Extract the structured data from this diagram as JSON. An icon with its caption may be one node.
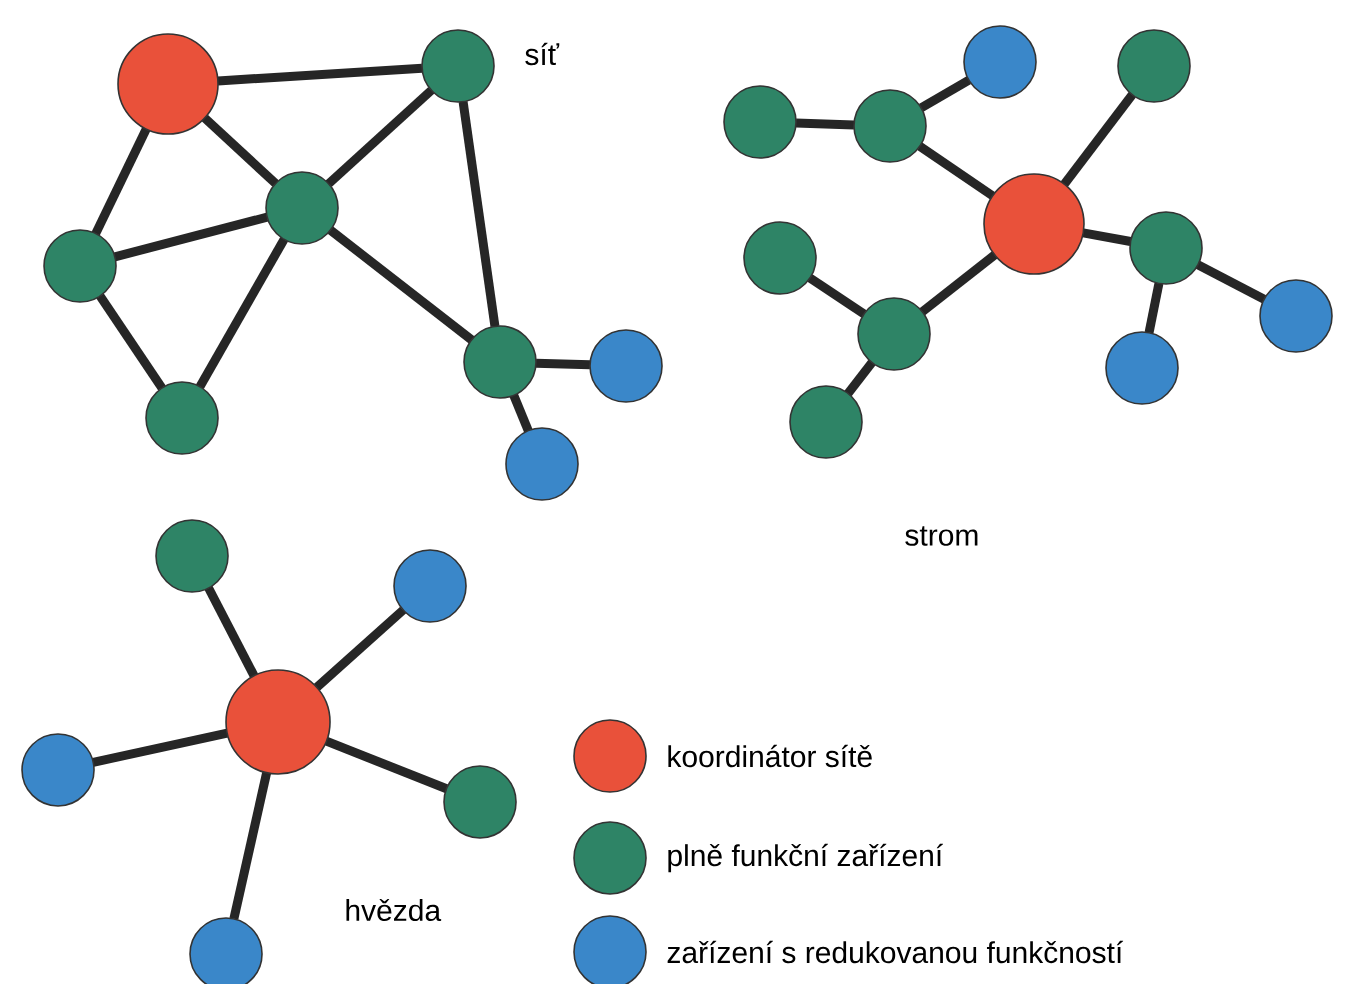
{
  "diagram": {
    "nodes": [
      {
        "text": [],
        "shape": "circle"
      },
      {
        "text": [],
        "shape": "circle"
      },
      {
        "text": [],
        "shape": "circle"
      },
      {
        "text": [],
        "shape": "circle"
      },
      {
        "text": [],
        "shape": "circle"
      },
      {
        "text": [],
        "shape": "circle"
      },
      {
        "text": [],
        "shape": "circle"
      },
      {
        "text": [],
        "shape": "circle"
      },
      {
        "text": [],
        "shape": "circle"
      },
      {
        "text": [],
        "shape": "circle"
      },
      {
        "text": [],
        "shape": "circle"
      },
      {
        "text": [],
        "shape": "circle"
      },
      {
        "text": [],
        "shape": "circle"
      },
      {
        "text": [],
        "shape": "circle"
      },
      {
        "text": [],
        "shape": "circle"
      },
      {
        "text": [],
        "shape": "circle"
      },
      {
        "text": [],
        "shape": "circle"
      },
      {
        "text": [],
        "shape": "circle"
      },
      {
        "text": [],
        "shape": "circle"
      },
      {
        "text": [],
        "shape": "circle"
      },
      {
        "text": [],
        "shape": "circle"
      },
      {
        "text": [],
        "shape": "circle"
      },
      {
        "text": [],
        "shape": "circle"
      },
      {
        "text": [],
        "shape": "circle"
      },
      {
        "text": [],
        "shape": "circle"
      }
    ],
    "edges": [
      {
        "from": 0,
        "to": 1,
        "arrow": "none"
      },
      {
        "from": 0,
        "to": 2,
        "arrow": "none"
      },
      {
        "from": 0,
        "to": 3,
        "arrow": "none"
      },
      {
        "from": 1,
        "to": 2,
        "arrow": "none"
      },
      {
        "from": 1,
        "to": 5,
        "arrow": "none"
      },
      {
        "from": 2,
        "to": 3,
        "arrow": "none"
      },
      {
        "from": 2,
        "to": 4,
        "arrow": "none"
      },
      {
        "from": 3,
        "to": 4,
        "arrow": "none"
      },
      {
        "from": 2,
        "to": 5,
        "arrow": "none"
      },
      {
        "from": 5,
        "to": 6,
        "arrow": "none"
      },
      {
        "from": 5,
        "to": 7,
        "arrow": "none"
      },
      {
        "from": 8,
        "to": 9,
        "arrow": "none"
      },
      {
        "from": 9,
        "to": 10,
        "arrow": "none"
      },
      {
        "from": 9,
        "to": 12,
        "arrow": "none"
      },
      {
        "from": 11,
        "to": 12,
        "arrow": "none"
      },
      {
        "from": 12,
        "to": 13,
        "arrow": "none"
      },
      {
        "from": 13,
        "to": 14,
        "arrow": "none"
      },
      {
        "from": 13,
        "to": 15,
        "arrow": "none"
      },
      {
        "from": 12,
        "to": 17,
        "arrow": "none"
      },
      {
        "from": 16,
        "to": 17,
        "arrow": "none"
      },
      {
        "from": 17,
        "to": 18,
        "arrow": "none"
      },
      {
        "from": 21,
        "to": 19,
        "arrow": "none"
      },
      {
        "from": 21,
        "to": 20,
        "arrow": "none"
      },
      {
        "from": 21,
        "to": 22,
        "arrow": "none"
      },
      {
        "from": 21,
        "to": 23,
        "arrow": "none"
      },
      {
        "from": 21,
        "to": 24,
        "arrow": "none"
      }
    ],
    "labels": [
      "síť",
      "strom",
      "hvězda"
    ],
    "legend": [
      {
        "text": "koordinátor sítě",
        "color": "#e9513a"
      },
      {
        "text": "plně funkční zařízení",
        "color": "#2e8466"
      },
      {
        "text": "zařízení s redukovanou funkčností",
        "color": "#3a87c9"
      }
    ]
  }
}
